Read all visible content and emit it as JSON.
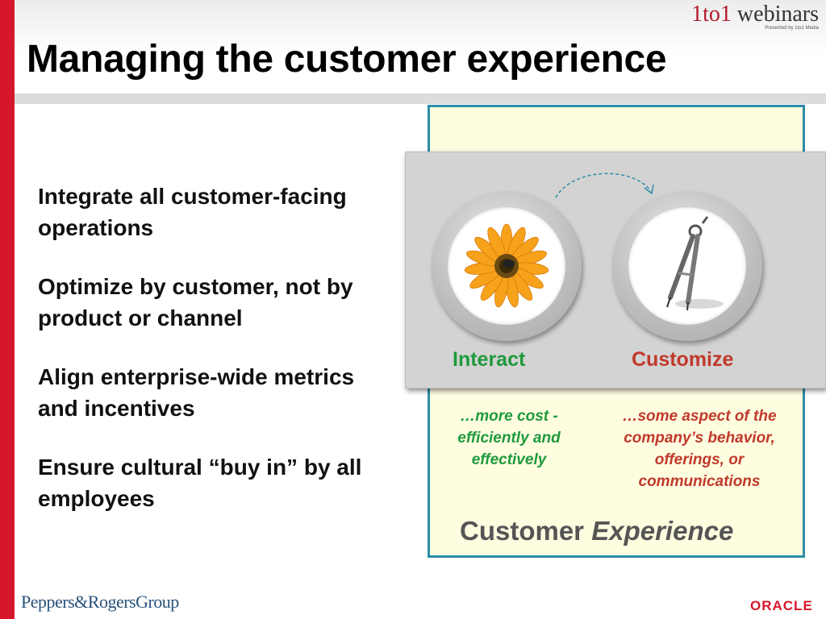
{
  "slide": {
    "title": "Managing the customer experience"
  },
  "brand": {
    "logo_text": "1to1® webinars",
    "logo_num": "1to1",
    "logo_word": "webinars",
    "tagline": "Presented by 1to1 Media"
  },
  "bullets": [
    "Integrate all customer-facing operations",
    "Optimize by customer, not by product or channel",
    "Align enterprise-wide metrics and incentives",
    "Ensure cultural “buy in” by all employees"
  ],
  "diagram": {
    "interact_label": "Interact",
    "customize_label": "Customize",
    "interact_desc": "…more cost - efficiently and effectively",
    "customize_desc": "…some aspect of the company’s behavior, offerings, or communications",
    "experience_word1": "Customer",
    "experience_word2": "Experience"
  },
  "footer": {
    "left": "Peppers&RogersGroup",
    "right": "ORACLE"
  },
  "colors": {
    "accent_red": "#d6172b",
    "green": "#1e9a3c",
    "box_border": "#2d8ca8",
    "box_fill": "#fffde0"
  }
}
